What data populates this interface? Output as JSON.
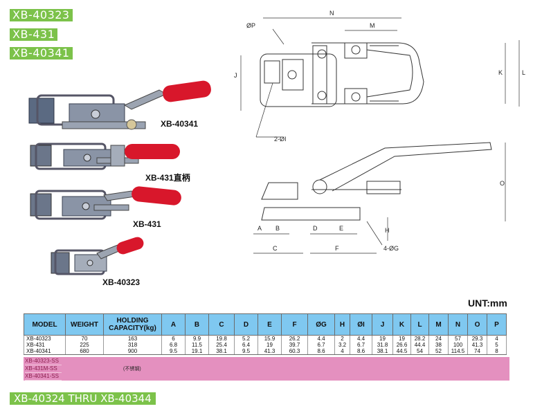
{
  "model_tags": [
    "XB-40323",
    "XB-431",
    "XB-40341"
  ],
  "photo_labels": [
    "XB-40341",
    "XB-431直柄",
    "XB-431",
    "XB-40323"
  ],
  "drawing_labels": {
    "N": "N",
    "M": "M",
    "P": "ØP",
    "J": "J",
    "K": "K",
    "L": "L",
    "I": "2-ØI",
    "O": "O",
    "H": "H",
    "A": "A",
    "B": "B",
    "C": "C",
    "D": "D",
    "E": "E",
    "F": "F",
    "G": "4-ØG"
  },
  "unit": "UNT:mm",
  "table": {
    "headers": [
      "MODEL",
      "WEIGHT",
      "HOLDING CAPACITY(kg)",
      "A",
      "B",
      "C",
      "D",
      "E",
      "F",
      "ØG",
      "H",
      "ØI",
      "J",
      "K",
      "L",
      "M",
      "N",
      "O",
      "P"
    ],
    "rows": [
      [
        "XB-40323",
        "70",
        "163",
        "6",
        "9.9",
        "19.8",
        "5.2",
        "15.9",
        "26.2",
        "4.4",
        "2",
        "4.4",
        "19",
        "19",
        "28.2",
        "24",
        "57",
        "29.3",
        "4"
      ],
      [
        "XB-431",
        "225",
        "318",
        "6.8",
        "11.5",
        "25.4",
        "6.4",
        "19",
        "39.7",
        "6.7",
        "3.2",
        "6.7",
        "31.8",
        "26.6",
        "44.4",
        "38",
        "100",
        "41.3",
        "5"
      ],
      [
        "XB-40341",
        "680",
        "900",
        "9.5",
        "19.1",
        "38.1",
        "9.5",
        "41.3",
        "60.3",
        "8.6",
        "4",
        "8.6",
        "38.1",
        "44.5",
        "54",
        "52",
        "114.5",
        "74",
        "8"
      ]
    ],
    "ss_rows": [
      "XB-40323-SS",
      "XB-431M-SS",
      "XB-40341-SS"
    ],
    "ss_note": "不锈钢"
  },
  "footer": "XB-40324 THRU XB-40344",
  "colors": {
    "tag_green": "#7cc24a",
    "header_blue": "#7fc8f0",
    "ss_pink": "#e490bf",
    "handle_red": "#d8172b"
  }
}
